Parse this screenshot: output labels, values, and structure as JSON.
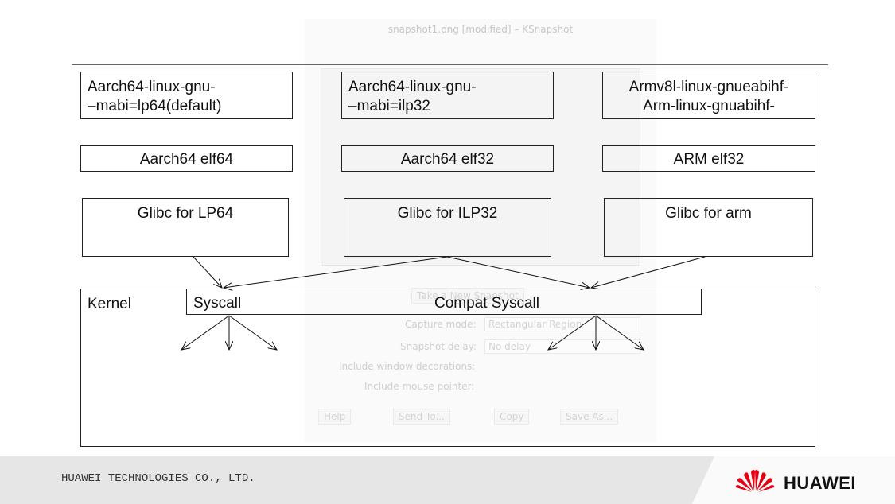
{
  "background_window": {
    "title": "snapshot1.png [modified] – KSnapshot",
    "new_snapshot_label": "Take a New Snapshot",
    "capture_mode_label": "Capture mode:",
    "capture_mode_value": "Rectangular Region",
    "delay_label": "Snapshot delay:",
    "delay_value": "No delay",
    "window_decorations_label": "Include window decorations:",
    "mouse_pointer_label": "Include mouse pointer:",
    "buttons": [
      "Help",
      "Send To...",
      "Copy",
      "Save As..."
    ]
  },
  "abi_boxes": [
    {
      "line1": "Aarch64-linux-gnu-",
      "line2": "–mabi=lp64(default)"
    },
    {
      "line1": "Aarch64-linux-gnu-",
      "line2": "–mabi=ilp32"
    },
    {
      "line1": "Armv8l-linux-gnueabihf-",
      "line2": "Arm-linux-gnuabihf-"
    }
  ],
  "elf_boxes": [
    "Aarch64 elf64",
    "Aarch64 elf32",
    "ARM elf32"
  ],
  "glibc_boxes": [
    "Glibc for LP64",
    "Glibc for ILP32",
    "Glibc for arm"
  ],
  "kernel": {
    "label": "Kernel",
    "syscall": "Syscall",
    "compat_syscall": "Compat Syscall"
  },
  "footer": {
    "company": "HUAWEI TECHNOLOGIES CO., LTD.",
    "brand": "HUAWEI",
    "logo_color": "#e60012"
  },
  "colors": {
    "arrow": "#111111",
    "border": "#222222"
  }
}
